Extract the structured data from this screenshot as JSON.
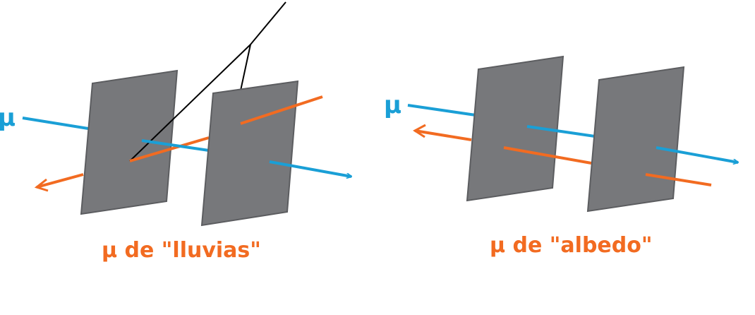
{
  "panels": [
    {
      "caption": "μ de \"lluvias\"",
      "incoming_label": "μ"
    },
    {
      "caption": "μ de \"albedo\"",
      "incoming_label": "μ"
    }
  ],
  "colors": {
    "muon": "#1a9fd6",
    "electron": "#f26b21",
    "plate_fill": "#77787b",
    "plate_edge": "#5c5d60",
    "shower": "#000000",
    "caption": "#f26b21"
  }
}
